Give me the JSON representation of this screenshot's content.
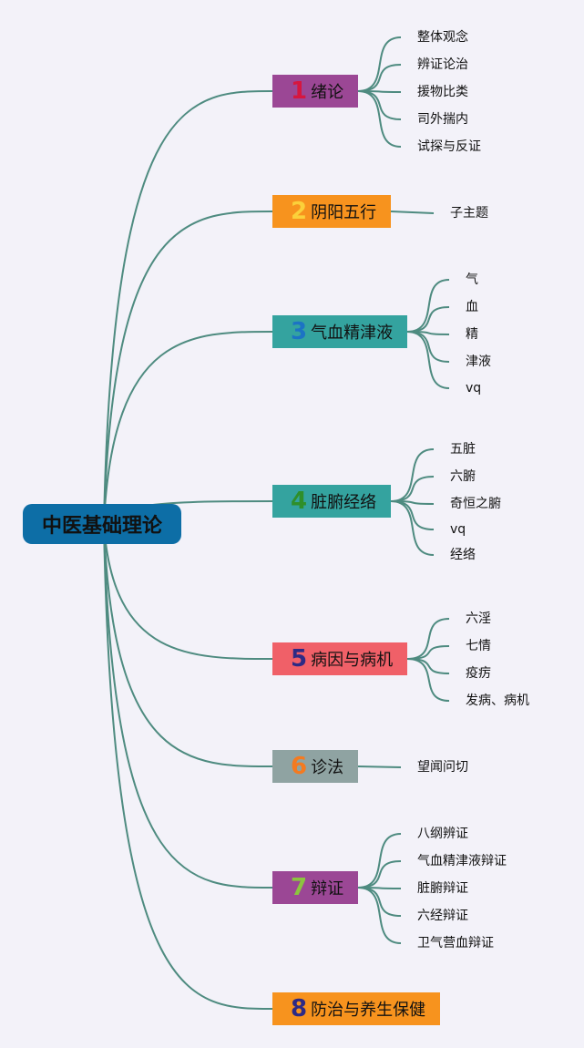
{
  "root": {
    "label": "中医基础理论",
    "color": "#0d6ea6"
  },
  "line_color": "#4e8b80",
  "branches": [
    {
      "num": "1",
      "label": "绪论",
      "bg": "#9b4795",
      "num_color": "#d6163f",
      "children": [
        "整体观念",
        "辨证论治",
        "援物比类",
        "司外揣内",
        "试探与反证"
      ]
    },
    {
      "num": "2",
      "label": "阴阳五行",
      "bg": "#f7931e",
      "num_color": "#fbd03a",
      "children": [
        "子主题"
      ]
    },
    {
      "num": "3",
      "label": "气血精津液",
      "bg": "#34a39f",
      "num_color": "#1c73c4",
      "children": [
        "气",
        "血",
        "精",
        "津液",
        "vq"
      ]
    },
    {
      "num": "4",
      "label": "脏腑经络",
      "bg": "#34a39f",
      "num_color": "#2f8f2a",
      "children": [
        "五脏",
        "六腑",
        "奇恒之腑",
        "vq",
        "经络"
      ]
    },
    {
      "num": "5",
      "label": "病因与病机",
      "bg": "#f06068",
      "num_color": "#2d2a85",
      "children": [
        "六淫",
        "七情",
        "疫疠",
        "发病、病机"
      ]
    },
    {
      "num": "6",
      "label": "诊法",
      "bg": "#8fa3a2",
      "num_color": "#f47a20",
      "children": [
        "望闻问切"
      ]
    },
    {
      "num": "7",
      "label": "辩证",
      "bg": "#9b4795",
      "num_color": "#8cc43f",
      "children": [
        "八纲辨证",
        "气血精津液辩证",
        "脏腑辩证",
        "六经辩证",
        "卫气营血辩证"
      ]
    },
    {
      "num": "8",
      "label": "防治与养生保健",
      "bg": "#f7931e",
      "num_color": "#2d2a85",
      "children": []
    }
  ]
}
